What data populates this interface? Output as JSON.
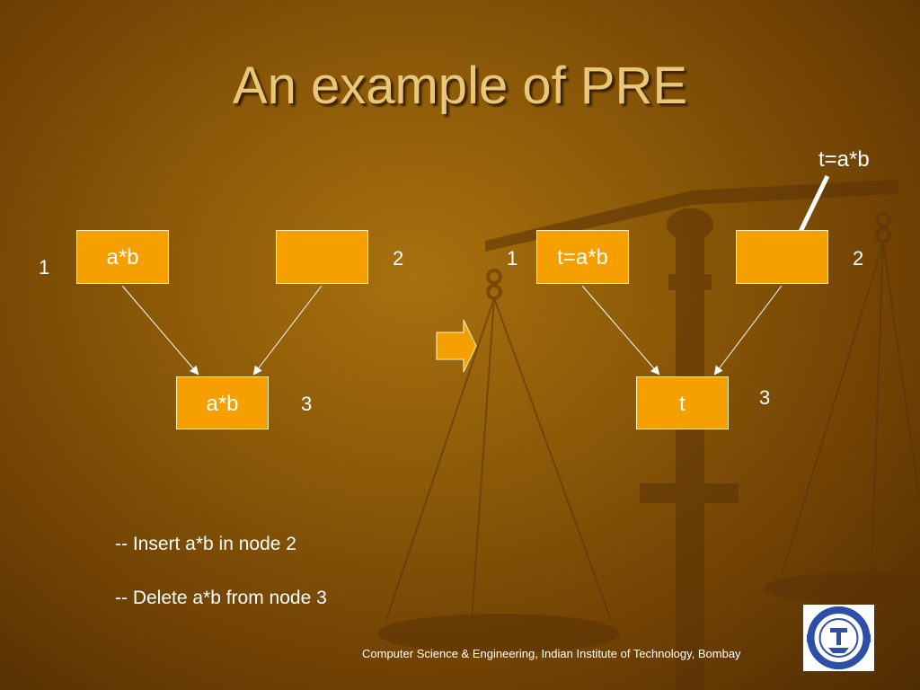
{
  "slide": {
    "title": "An example of PRE",
    "footer": "Computer  Science & Engineering, Indian Institute of Technology,  Bombay",
    "colors": {
      "box_fill": "#f5a000",
      "background": "#8c5a08",
      "title": "#e8c878"
    }
  },
  "before": {
    "node1": {
      "label": "a*b",
      "number": "1"
    },
    "node2": {
      "label": "",
      "number": "2"
    },
    "node3": {
      "label": "a*b",
      "number": "3"
    }
  },
  "after": {
    "node1": {
      "label": "t=a*b",
      "number": "1"
    },
    "node2": {
      "label": "",
      "number": "2"
    },
    "node3": {
      "label": "t",
      "number": "3"
    },
    "callout": "t=a*b"
  },
  "notes": [
    "-- Insert a*b in node 2",
    "-- Delete a*b from node 3"
  ],
  "icons": {
    "transform": "right-arrow-icon",
    "logo": "iit-bombay-logo",
    "background": "balance-scale-illustration"
  }
}
